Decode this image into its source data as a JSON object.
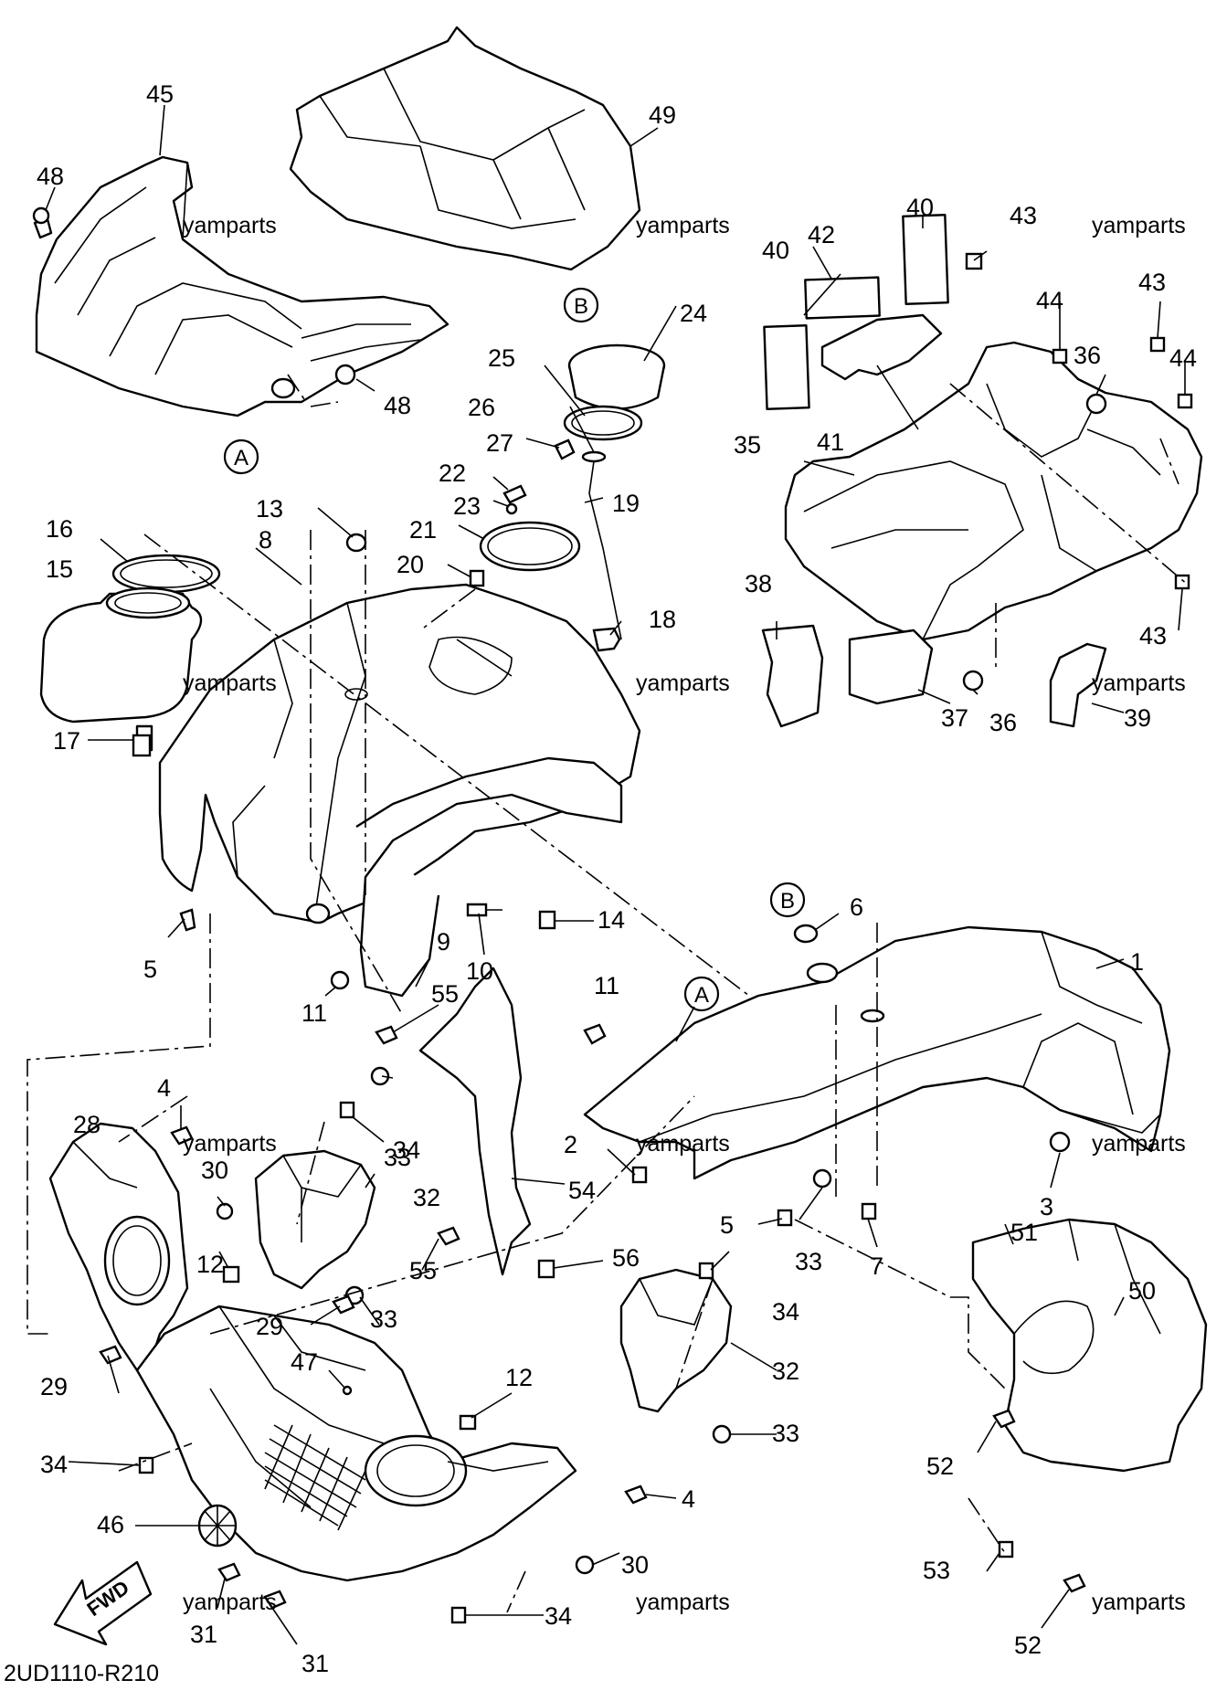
{
  "diagram_code": "2UD1110-R210",
  "watermark": "yamparts",
  "fwd_label": "FWD",
  "callout_letters": [
    "A",
    "B"
  ],
  "parts": [
    {
      "n": "1"
    },
    {
      "n": "2"
    },
    {
      "n": "3"
    },
    {
      "n": "4"
    },
    {
      "n": "4"
    },
    {
      "n": "5"
    },
    {
      "n": "5"
    },
    {
      "n": "6"
    },
    {
      "n": "7"
    },
    {
      "n": "8"
    },
    {
      "n": "9"
    },
    {
      "n": "10"
    },
    {
      "n": "11"
    },
    {
      "n": "11"
    },
    {
      "n": "12"
    },
    {
      "n": "12"
    },
    {
      "n": "13"
    },
    {
      "n": "14"
    },
    {
      "n": "15"
    },
    {
      "n": "16"
    },
    {
      "n": "17"
    },
    {
      "n": "18"
    },
    {
      "n": "19"
    },
    {
      "n": "20"
    },
    {
      "n": "21"
    },
    {
      "n": "22"
    },
    {
      "n": "23"
    },
    {
      "n": "24"
    },
    {
      "n": "25"
    },
    {
      "n": "26"
    },
    {
      "n": "27"
    },
    {
      "n": "28"
    },
    {
      "n": "29"
    },
    {
      "n": "29"
    },
    {
      "n": "30"
    },
    {
      "n": "30"
    },
    {
      "n": "31"
    },
    {
      "n": "31"
    },
    {
      "n": "32"
    },
    {
      "n": "32"
    },
    {
      "n": "33"
    },
    {
      "n": "33"
    },
    {
      "n": "33"
    },
    {
      "n": "33"
    },
    {
      "n": "34"
    },
    {
      "n": "34"
    },
    {
      "n": "34"
    },
    {
      "n": "34"
    },
    {
      "n": "35"
    },
    {
      "n": "36"
    },
    {
      "n": "36"
    },
    {
      "n": "37"
    },
    {
      "n": "38"
    },
    {
      "n": "39"
    },
    {
      "n": "40"
    },
    {
      "n": "40"
    },
    {
      "n": "41"
    },
    {
      "n": "42"
    },
    {
      "n": "43"
    },
    {
      "n": "43"
    },
    {
      "n": "43"
    },
    {
      "n": "44"
    },
    {
      "n": "44"
    },
    {
      "n": "45"
    },
    {
      "n": "46"
    },
    {
      "n": "47"
    },
    {
      "n": "48"
    },
    {
      "n": "48"
    },
    {
      "n": "49"
    },
    {
      "n": "50"
    },
    {
      "n": "51"
    },
    {
      "n": "52"
    },
    {
      "n": "52"
    },
    {
      "n": "53"
    },
    {
      "n": "54"
    },
    {
      "n": "55"
    },
    {
      "n": "55"
    },
    {
      "n": "56"
    }
  ]
}
